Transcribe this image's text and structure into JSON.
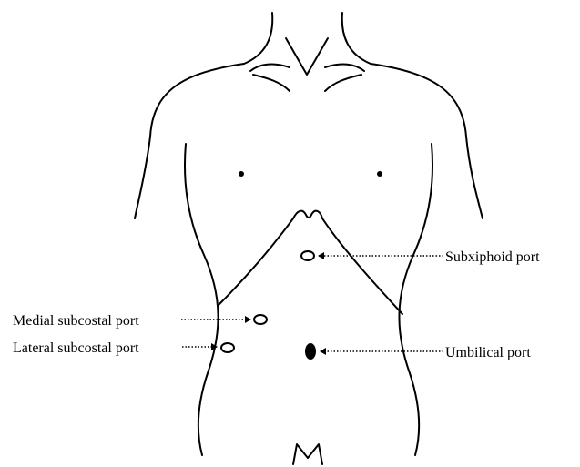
{
  "figure": {
    "ports": {
      "subxiphoid": {
        "label": "Subxiphoid port",
        "marker": "hollow-ellipse"
      },
      "medial_subcostal": {
        "label": "Medial subcostal port",
        "marker": "hollow-ellipse"
      },
      "lateral_subcostal": {
        "label": "Lateral subcostal port",
        "marker": "hollow-ellipse"
      },
      "umbilical": {
        "label": "Umbilical port",
        "marker": "filled-ellipse"
      }
    },
    "colors": {
      "line": "#000000",
      "background": "#ffffff"
    }
  }
}
